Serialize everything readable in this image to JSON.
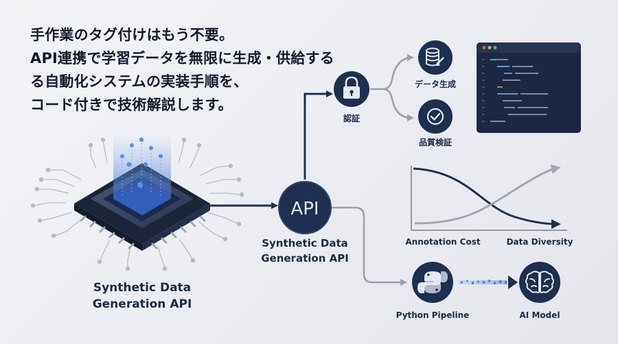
{
  "headline": {
    "lines": [
      "手作業のタグ付けはもう不要。",
      "API連携で学習データを無限に生成・供給する",
      "る自動化システムの実装手順を、",
      "コード付きで技術解説します。"
    ]
  },
  "chip": {
    "label_line1": "Synthetic Data",
    "label_line2": "Generation API"
  },
  "api_node": {
    "text": "API",
    "label_line1": "Synthetic Data",
    "label_line2": "Generation API"
  },
  "auth_node": {
    "label": "認証",
    "icon": "lock-icon"
  },
  "data_gen_node": {
    "label": "データ生成",
    "icon": "database-icon"
  },
  "quality_node": {
    "label": "品質検証",
    "icon": "check-circle-icon"
  },
  "chart": {
    "label_left": "Annotation Cost",
    "label_right": "Data Diversity"
  },
  "python_node": {
    "label": "Python Pipeline",
    "icon": "python-icon"
  },
  "ai_node": {
    "label": "AI Model",
    "icon": "brain-icon"
  },
  "colors": {
    "navy": "#1e2f4f",
    "gray_line": "#9aa0aa",
    "accent_blue": "#4a7fd6"
  }
}
